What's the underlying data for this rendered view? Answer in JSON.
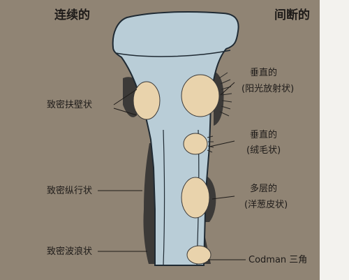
{
  "headers": {
    "left": "连续的",
    "right": "间断的"
  },
  "labels": {
    "left": [
      "致密扶壁状",
      "致密纵行状",
      "致密波浪状"
    ],
    "right_1": [
      "垂直的",
      "(阳光放射状)"
    ],
    "right_2": [
      "垂直的",
      "(绒毛状)"
    ],
    "right_3": [
      "多层的",
      "(洋葱皮状)"
    ],
    "right_4": "Codman 三角"
  },
  "colors": {
    "background": "#908474",
    "bone": "#b9cdd7",
    "bone_edge": "#1f2a33",
    "lesion": "#e9d3ac",
    "reaction": "#3c3a38",
    "text": "#1e1b19",
    "paper": "#f3f2ee"
  }
}
